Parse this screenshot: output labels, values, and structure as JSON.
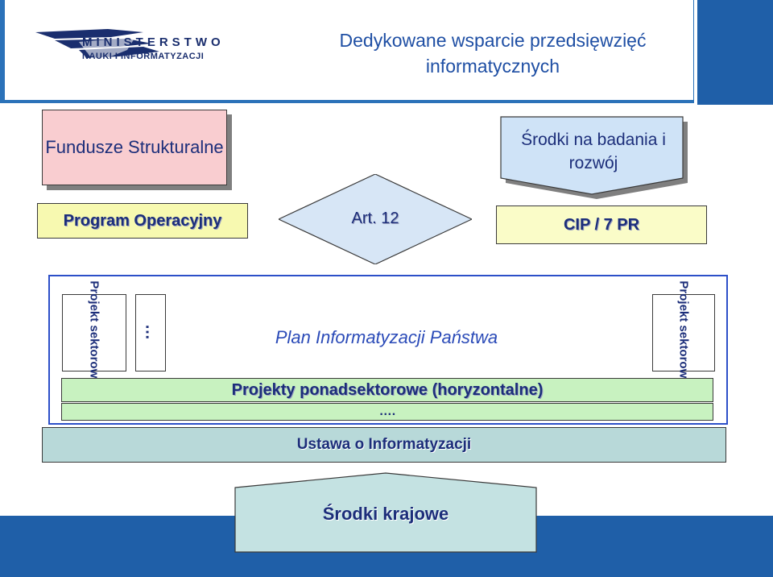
{
  "header": {
    "logo_line1": "MINISTERSTWO",
    "logo_line2": "NAUKI I INFORMATYZACJI",
    "title": "Dedykowane wsparcie przedsięwzięć informatycznych"
  },
  "funding": {
    "structural_funds": "Fundusze Strukturalne",
    "rd_funds": "Środki na badania i rozwój",
    "operational_program": "Program Operacyjny",
    "article": "Art. 12",
    "cip": "CIP / 7 PR"
  },
  "plan": {
    "title": "Plan Informatyzacji Państwa",
    "sector_project_left": "Projekt sektorowy",
    "ellipsis": "…",
    "sector_project_right": "Projekt sektorowy",
    "horizontal_projects": "Projekty ponadsektorowe (horyzontalne)",
    "horizontal_more": "…."
  },
  "base": {
    "act": "Ustawa o Informatyzacji",
    "national_funds": "Środki krajowe"
  },
  "colors": {
    "brand_blue": "#1f5fa8",
    "pink_box": "#f9cdd0",
    "yellow_box": "#f7f9b0",
    "green_bar": "#c8f2c0",
    "teal_box": "#b8d9d9"
  }
}
